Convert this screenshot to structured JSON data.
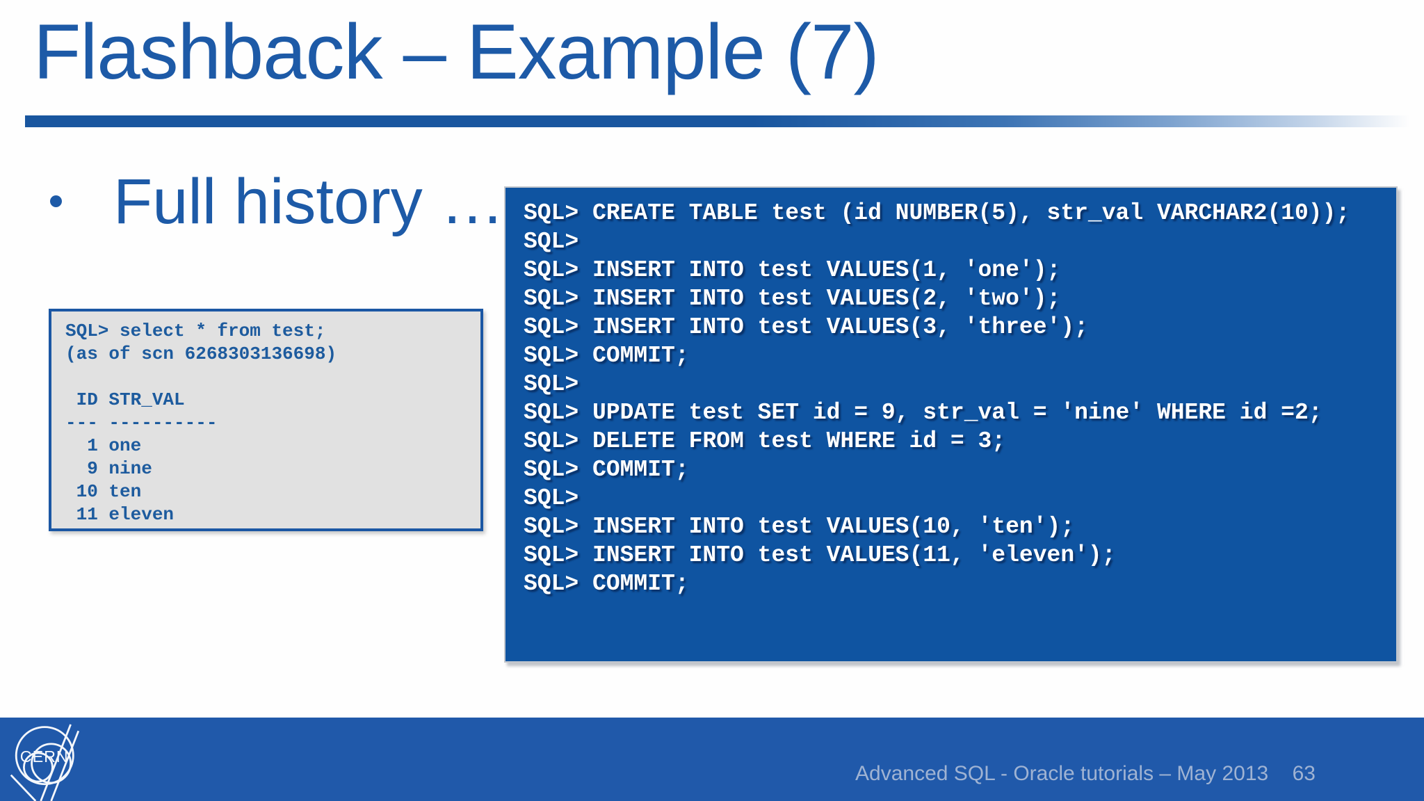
{
  "header": {
    "title": "Flashback – Example (7)"
  },
  "bullet": {
    "text": "Full history …"
  },
  "query_box": {
    "lines": [
      "SQL> select * from test;",
      "(as of scn 6268303136698)",
      "",
      " ID STR_VAL",
      "--- ----------",
      "  1 one",
      "  9 nine",
      " 10 ten",
      " 11 eleven"
    ]
  },
  "terminal": {
    "lines": [
      "SQL> CREATE TABLE test (id NUMBER(5), str_val VARCHAR2(10));",
      "SQL>",
      "SQL> INSERT INTO test VALUES(1, 'one');",
      "SQL> INSERT INTO test VALUES(2, 'two');",
      "SQL> INSERT INTO test VALUES(3, 'three');",
      "SQL> COMMIT;",
      "SQL>",
      "SQL> UPDATE test SET id = 9, str_val = 'nine' WHERE id =2;",
      "SQL> DELETE FROM test WHERE id = 3;",
      "SQL> COMMIT;",
      "SQL>",
      "SQL> INSERT INTO test VALUES(10, 'ten');",
      "SQL> INSERT INTO test VALUES(11, 'eleven');",
      "SQL> COMMIT;"
    ]
  },
  "footer": {
    "text": "Advanced SQL - Oracle tutorials – May 2013",
    "page_number": "63",
    "logo_text": "CERN"
  },
  "colors": {
    "title_blue": "#1d5aa7",
    "rule_blue": "#19569f",
    "terminal_blue": "#0f54a1",
    "terminal_text": "#ffffff",
    "query_box_bg": "#e1e1e1",
    "query_box_border": "#1b57a4",
    "query_text_blue": "#1d5b9e",
    "footer_bar_blue": "#2059aa",
    "footer_text": "#9fb3d3"
  }
}
